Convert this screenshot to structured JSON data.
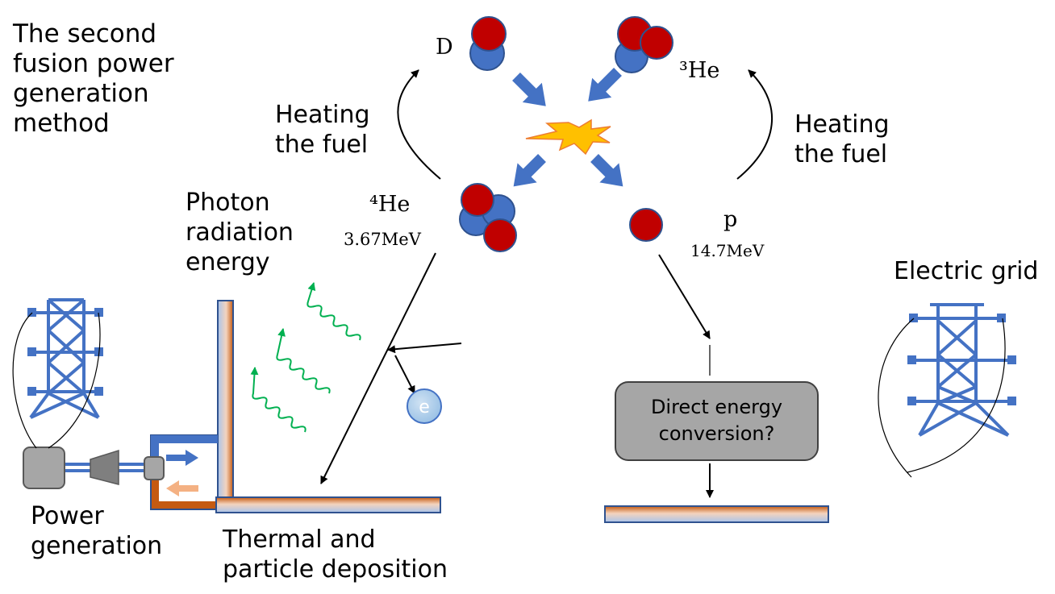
{
  "title": "The second\nfusion power\ngeneration\nmethod",
  "particles": {
    "deuterium": "D",
    "helium3": "³He",
    "helium4": "⁴He",
    "helium4_energy": "3.67MeV",
    "proton": "p",
    "proton_energy": "14.7MeV",
    "electron": "e"
  },
  "labels": {
    "heating_left": "Heating\nthe fuel",
    "heating_right": "Heating\nthe fuel",
    "photon": "Photon\nradiation\nenergy",
    "thermal": "Thermal and\nparticle deposition",
    "power_generation": "Power\ngeneration",
    "electric_grid": "Electric grid",
    "direct_conversion": "Direct energy\nconversion?"
  },
  "colors": {
    "proton_red": "#c00000",
    "neutron_blue": "#4472c4",
    "arrow_blue": "#4472c4",
    "photon_green": "#00b050",
    "tower_blue": "#4472c4",
    "wall_blue": "#a9c4eb",
    "wall_copper": "#c55a11",
    "return_orange": "#f4b183",
    "machine_gray": "#a6a6a6",
    "box_gray": "#a6a6a6",
    "burst_yellow": "#ffc000",
    "electron_fill": "#9dc3e6"
  }
}
